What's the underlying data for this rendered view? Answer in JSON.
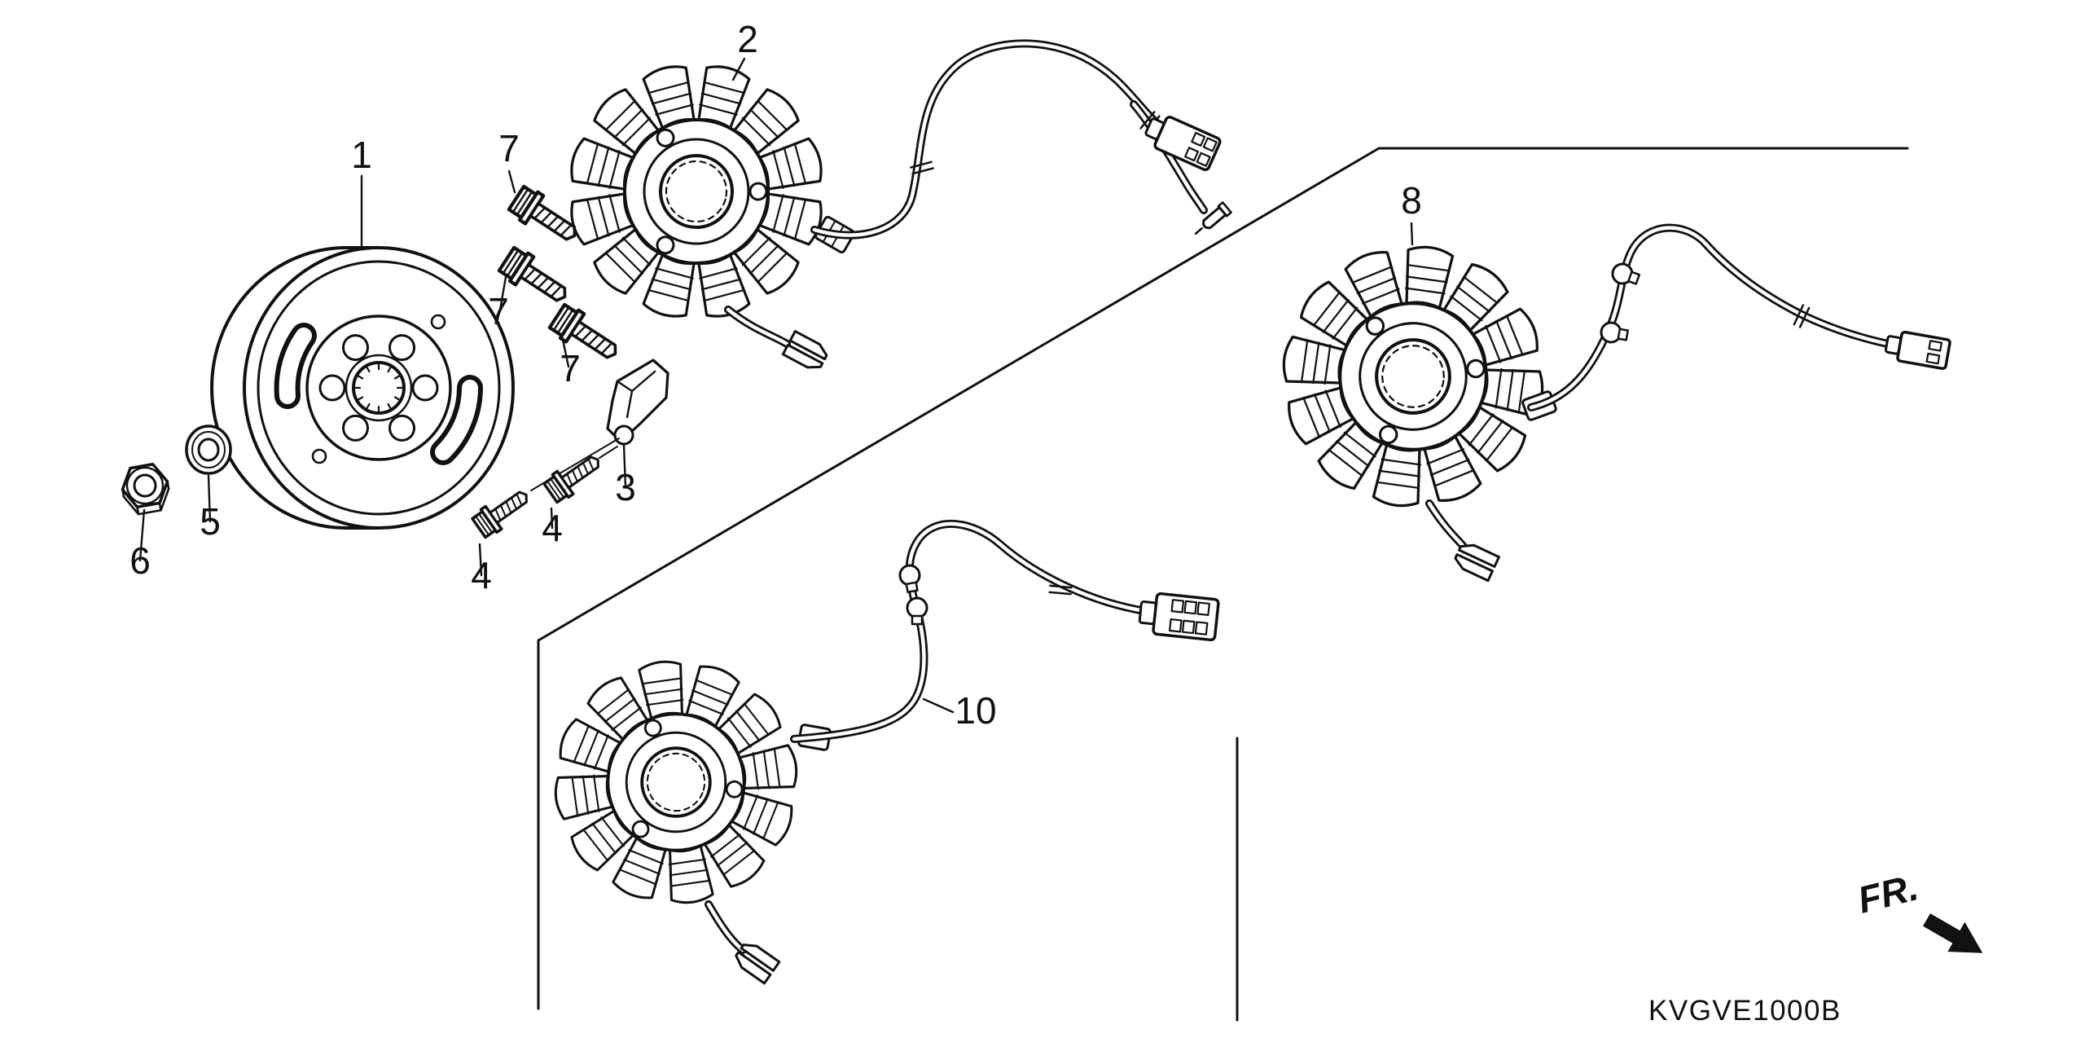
{
  "diagram": {
    "code": "KVGVE1000B",
    "front_marker": "FR.",
    "callouts": [
      {
        "label": "1"
      },
      {
        "label": "2"
      },
      {
        "label": "7"
      },
      {
        "label": "7"
      },
      {
        "label": "7"
      },
      {
        "label": "3"
      },
      {
        "label": "4"
      },
      {
        "label": "4"
      },
      {
        "label": "5"
      },
      {
        "label": "6"
      },
      {
        "label": "8"
      },
      {
        "label": "10"
      }
    ],
    "colors": {
      "line": "#111111",
      "paper": "#ffffff"
    }
  }
}
